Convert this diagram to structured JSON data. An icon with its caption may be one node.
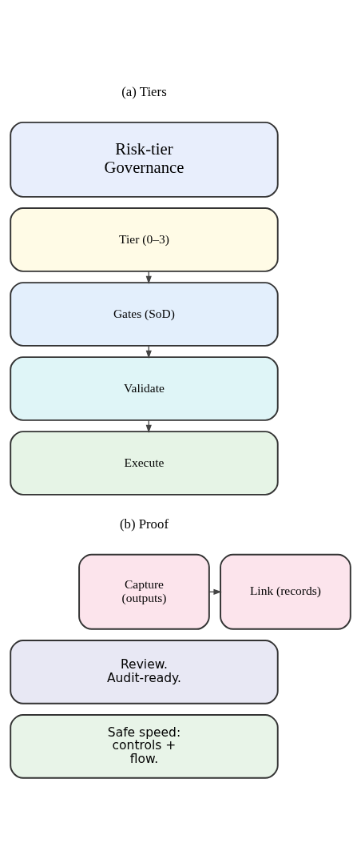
{
  "diagram": {
    "nodes": [
      {
        "text": [
          "Risk-tier Governance"
        ]
      },
      {
        "text": [
          "Tier (0–3)"
        ]
      },
      {
        "text": [
          "Gates (SoD)"
        ]
      },
      {
        "text": [
          "Validate"
        ]
      },
      {
        "text": [
          "Execute"
        ]
      },
      {
        "text": [
          "Capture (outputs)"
        ]
      },
      {
        "text": [
          "Link (records)"
        ]
      },
      {
        "text": [
          "Review. Audit-ready."
        ]
      },
      {
        "text": [
          "Safe speed: controls + flow."
        ]
      }
    ],
    "edges": [
      {
        "from": 1,
        "to": 2,
        "arrow": "to"
      },
      {
        "from": 2,
        "to": 3,
        "arrow": "to"
      },
      {
        "from": 3,
        "to": 4,
        "arrow": "to"
      },
      {
        "from": 5,
        "to": 6,
        "arrow": "to"
      }
    ],
    "labels": [
      "(a) Tiers",
      "(b) Proof"
    ]
  }
}
